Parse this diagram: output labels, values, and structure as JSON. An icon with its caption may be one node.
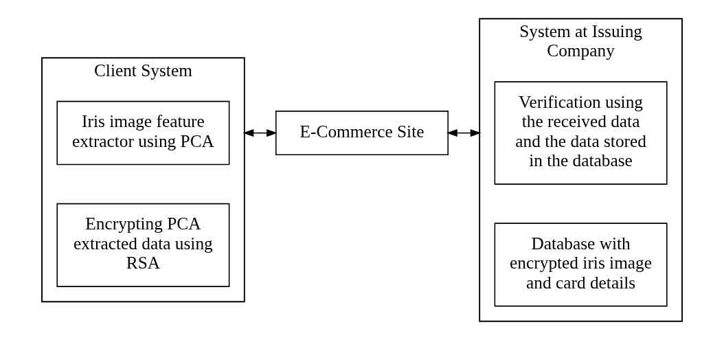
{
  "diagram": {
    "nodes": [
      {
        "text": [
          "Client System"
        ]
      },
      {
        "text": [
          "Iris image feature extractor using PCA"
        ],
        "in": 0
      },
      {
        "text": [
          "Encrypting PCA extracted data using RSA"
        ],
        "in": 0
      },
      {
        "text": [
          "E-Commerce Site"
        ]
      },
      {
        "text": [
          "System at Issuing Company"
        ]
      },
      {
        "text": [
          "Verification using the received data and the data stored in the database"
        ],
        "in": 4
      },
      {
        "text": [
          "Database with encrypted iris image and card details"
        ],
        "in": 4
      }
    ],
    "edges": [
      {
        "from": 0,
        "to": 3,
        "arrow": "both"
      },
      {
        "from": 3,
        "to": 4,
        "arrow": "both"
      }
    ]
  }
}
